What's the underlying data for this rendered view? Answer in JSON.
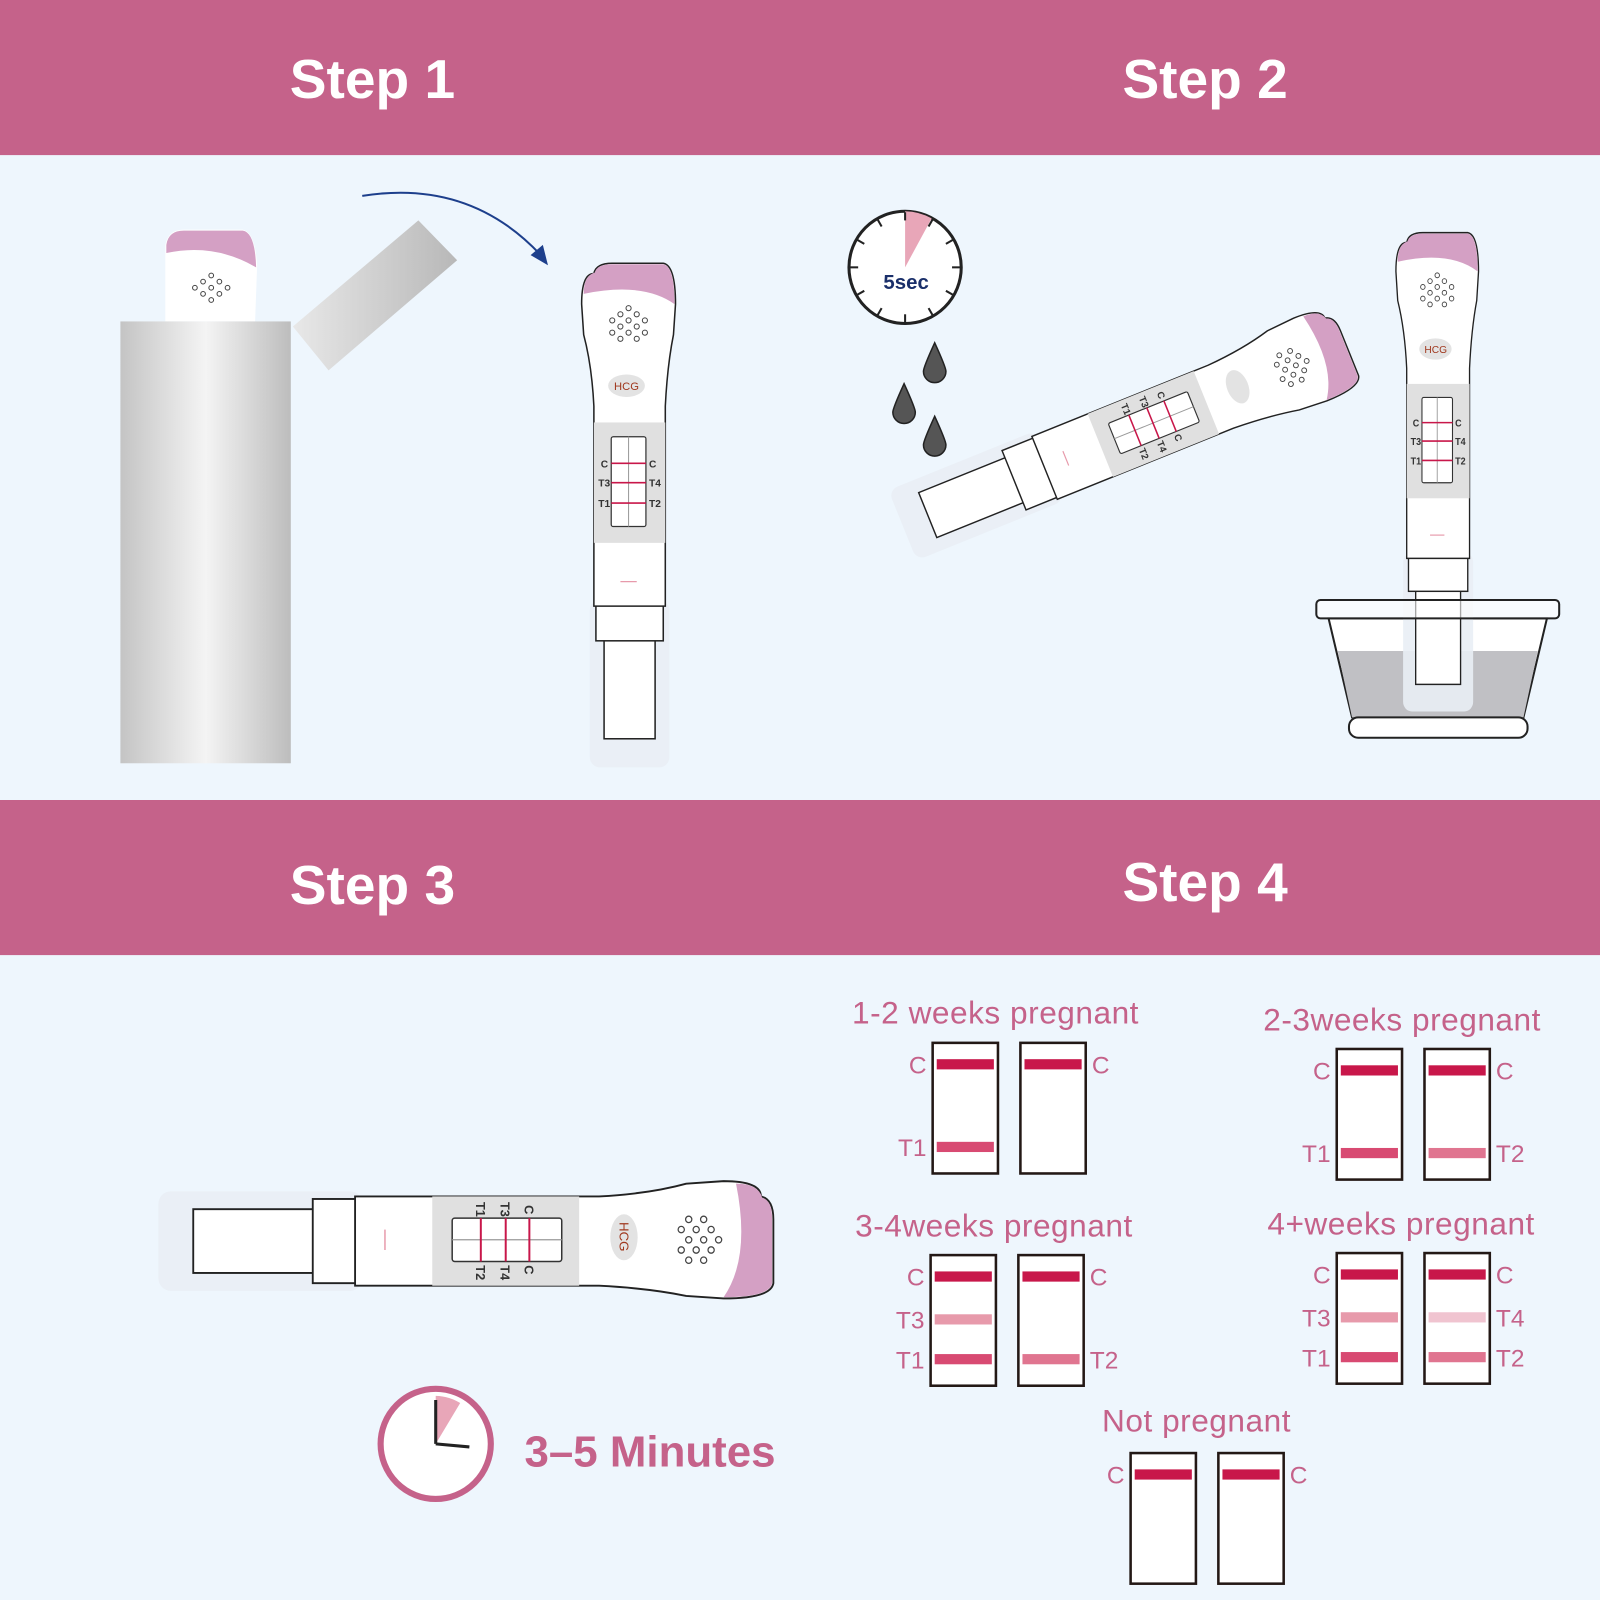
{
  "colors": {
    "header_band": "#c5628a",
    "background": "#eef6fd",
    "accent_pink": "#c5628a",
    "line_strong": "#c8174a",
    "line_t1": "#d84a72",
    "line_t2": "#e07590",
    "line_t3": "#e79aab",
    "line_t4": "#f0c4d0"
  },
  "steps": [
    {
      "title": "Step  1"
    },
    {
      "title": "Step  2",
      "timer_label": "5sec"
    },
    {
      "title": "Step  3",
      "wait_label": "3–5 Minutes"
    },
    {
      "title": "Step  4"
    }
  ],
  "device": {
    "brand_label": "HCG",
    "window_labels_left": [
      "C",
      "T3",
      "T1"
    ],
    "window_labels_right": [
      "C",
      "T4",
      "T2"
    ]
  },
  "icons": [
    "foil-pouch-icon",
    "arrow-icon",
    "test-device-icon",
    "stopwatch-icon",
    "urine-drop-icon",
    "cup-icon",
    "clock-icon"
  ],
  "results": [
    {
      "title": "1-2 weeks pregnant",
      "strips": [
        {
          "label_side": "left",
          "lines": [
            {
              "label": "C",
              "pos": "c",
              "color": "line_strong"
            },
            {
              "label": "T1",
              "pos": "t1",
              "color": "line_t1"
            }
          ]
        },
        {
          "label_side": "right",
          "lines": [
            {
              "label": "C",
              "pos": "c",
              "color": "line_strong"
            }
          ]
        }
      ]
    },
    {
      "title": "2-3weeks pregnant",
      "strips": [
        {
          "label_side": "left",
          "lines": [
            {
              "label": "C",
              "pos": "c",
              "color": "line_strong"
            },
            {
              "label": "T1",
              "pos": "t1",
              "color": "line_t1"
            }
          ]
        },
        {
          "label_side": "right",
          "lines": [
            {
              "label": "C",
              "pos": "c",
              "color": "line_strong"
            },
            {
              "label": "T2",
              "pos": "t1",
              "color": "line_t2"
            }
          ]
        }
      ]
    },
    {
      "title": "3-4weeks pregnant",
      "strips": [
        {
          "label_side": "left",
          "lines": [
            {
              "label": "C",
              "pos": "c",
              "color": "line_strong"
            },
            {
              "label": "T3",
              "pos": "t3",
              "color": "line_t3"
            },
            {
              "label": "T1",
              "pos": "t1",
              "color": "line_t1"
            }
          ]
        },
        {
          "label_side": "right",
          "lines": [
            {
              "label": "C",
              "pos": "c",
              "color": "line_strong"
            },
            {
              "label": "T2",
              "pos": "t1",
              "color": "line_t2"
            }
          ]
        }
      ]
    },
    {
      "title": "4+weeks pregnant",
      "strips": [
        {
          "label_side": "left",
          "lines": [
            {
              "label": "C",
              "pos": "c",
              "color": "line_strong"
            },
            {
              "label": "T3",
              "pos": "t3",
              "color": "line_t3"
            },
            {
              "label": "T1",
              "pos": "t1",
              "color": "line_t1"
            }
          ]
        },
        {
          "label_side": "right",
          "lines": [
            {
              "label": "C",
              "pos": "c",
              "color": "line_strong"
            },
            {
              "label": "T4",
              "pos": "t3",
              "color": "line_t4"
            },
            {
              "label": "T2",
              "pos": "t1",
              "color": "line_t2"
            }
          ]
        }
      ]
    },
    {
      "title": "Not pregnant",
      "strips": [
        {
          "label_side": "left",
          "lines": [
            {
              "label": "C",
              "pos": "c",
              "color": "line_strong"
            }
          ]
        },
        {
          "label_side": "right",
          "lines": [
            {
              "label": "C",
              "pos": "c",
              "color": "line_strong"
            }
          ]
        }
      ]
    }
  ]
}
